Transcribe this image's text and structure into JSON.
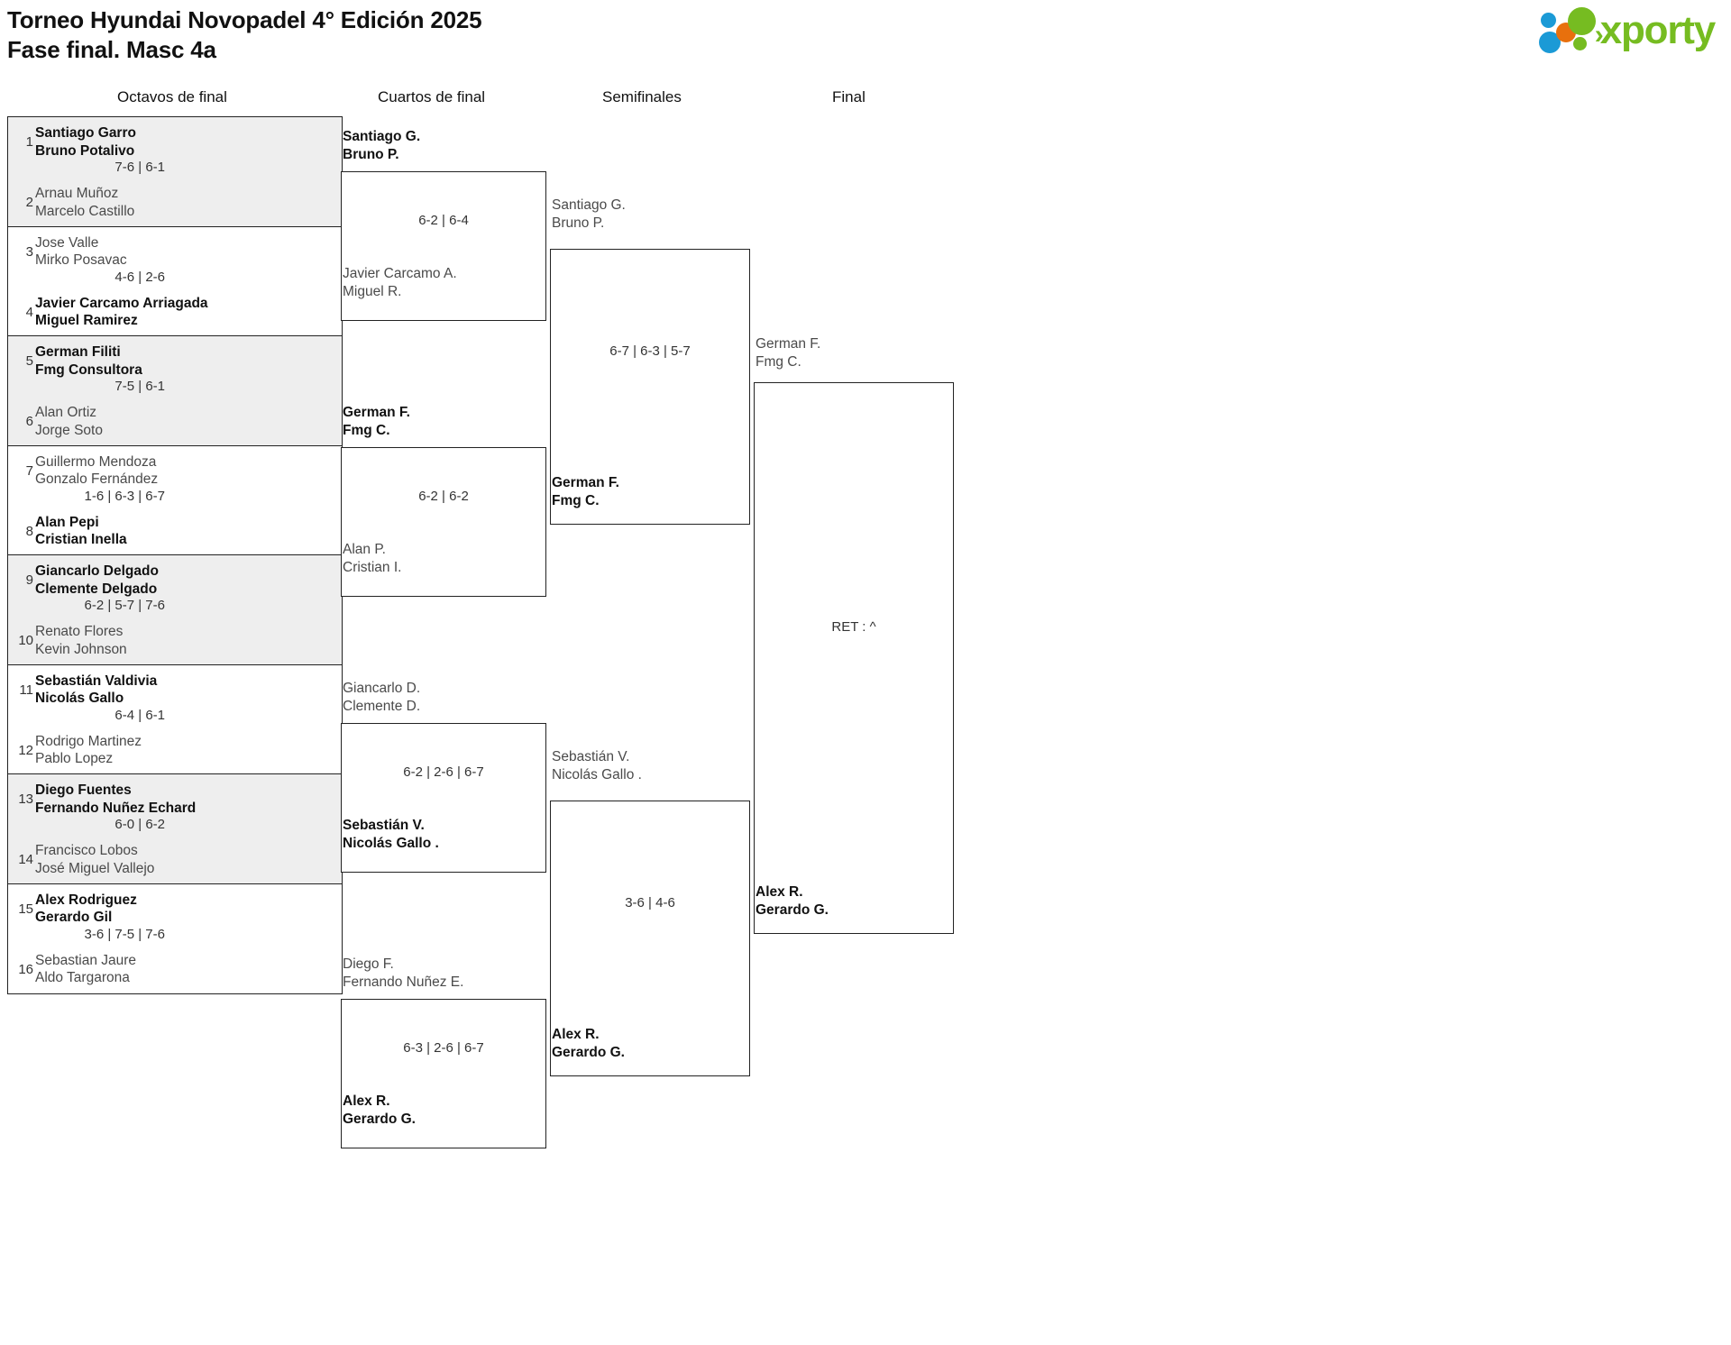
{
  "header": {
    "title_line1": "Torneo Hyundai Novopadel 4° Edición 2025",
    "title_line2": "Fase final. Masc 4a",
    "logo_text": "xporty",
    "logo_colors": {
      "green": "#76bc21",
      "blue": "#1b9ad6",
      "orange": "#e8700d"
    }
  },
  "rounds": [
    {
      "label": "Octavos de final"
    },
    {
      "label": "Cuartos de final"
    },
    {
      "label": "Semifinales"
    },
    {
      "label": "Final"
    }
  ],
  "round1": {
    "pairs": [
      {
        "seed_top": "1",
        "top_l1": "Santiago Garro",
        "top_l2": "Bruno Potalivo",
        "seed_bottom": "2",
        "bot_l1": "Arnau Muñoz",
        "bot_l2": "Marcelo Castillo",
        "score": "7-6 | 6-1",
        "winner": "top"
      },
      {
        "seed_top": "3",
        "top_l1": "Jose Valle",
        "top_l2": "Mirko Posavac",
        "seed_bottom": "4",
        "bot_l1": "Javier Carcamo Arriagada",
        "bot_l2": "Miguel Ramirez",
        "score": "4-6 | 2-6",
        "winner": "bottom"
      },
      {
        "seed_top": "5",
        "top_l1": "German Filiti",
        "top_l2": "Fmg Consultora",
        "seed_bottom": "6",
        "bot_l1": "Alan Ortiz",
        "bot_l2": "Jorge Soto",
        "score": "7-5 | 6-1",
        "winner": "top"
      },
      {
        "seed_top": "7",
        "top_l1": "Guillermo Mendoza",
        "top_l2": "Gonzalo Fernández",
        "seed_bottom": "8",
        "bot_l1": "Alan Pepi",
        "bot_l2": "Cristian Inella",
        "score": "1-6 | 6-3 | 6-7",
        "winner": "bottom"
      },
      {
        "seed_top": "9",
        "top_l1": "Giancarlo Delgado",
        "top_l2": "Clemente Delgado",
        "seed_bottom": "10",
        "bot_l1": "Renato Flores",
        "bot_l2": "Kevin Johnson",
        "score": "6-2 | 5-7 | 7-6",
        "winner": "top"
      },
      {
        "seed_top": "11",
        "top_l1": "Sebastián Valdivia",
        "top_l2": "Nicolás Gallo",
        "seed_bottom": "12",
        "bot_l1": "Rodrigo Martinez",
        "bot_l2": "Pablo Lopez",
        "score": "6-4 | 6-1",
        "winner": "top"
      },
      {
        "seed_top": "13",
        "top_l1": "Diego Fuentes",
        "top_l2": "Fernando Nuñez Echard",
        "seed_bottom": "14",
        "bot_l1": "Francisco Lobos",
        "bot_l2": "José Miguel Vallejo",
        "score": "6-0 | 6-2",
        "winner": "top"
      },
      {
        "seed_top": "15",
        "top_l1": "Alex Rodriguez",
        "top_l2": "Gerardo Gil",
        "seed_bottom": "16",
        "bot_l1": "Sebastian Jaure",
        "bot_l2": "Aldo Targarona",
        "score": "3-6 | 7-5 | 7-6",
        "winner": "top"
      }
    ]
  },
  "round2": {
    "matches": [
      {
        "top_l1": "Santiago G.",
        "top_l2": "Bruno P.",
        "bot_l1": "Javier Carcamo A.",
        "bot_l2": "Miguel R.",
        "score": "6-2 | 6-4",
        "winner": "top"
      },
      {
        "top_l1": "German F.",
        "top_l2": "Fmg C.",
        "bot_l1": "Alan P.",
        "bot_l2": "Cristian I.",
        "score": "6-2 | 6-2",
        "winner": "top"
      },
      {
        "top_l1": "Giancarlo D.",
        "top_l2": "Clemente D.",
        "bot_l1": "Sebastián V.",
        "bot_l2": "Nicolás Gallo .",
        "score": "6-2 | 2-6 | 6-7",
        "winner": "bottom"
      },
      {
        "top_l1": "Diego F.",
        "top_l2": "Fernando Nuñez E.",
        "bot_l1": "Alex R.",
        "bot_l2": "Gerardo G.",
        "score": "6-3 | 2-6 | 6-7",
        "winner": "bottom"
      }
    ]
  },
  "round3": {
    "matches": [
      {
        "top_l1": "Santiago G.",
        "top_l2": "Bruno P.",
        "bot_l1": "German F.",
        "bot_l2": "Fmg C.",
        "score": "6-7 | 6-3 | 5-7",
        "winner": "bottom"
      },
      {
        "top_l1": "Sebastián V.",
        "top_l2": "Nicolás Gallo .",
        "bot_l1": "Alex R.",
        "bot_l2": "Gerardo G.",
        "score": "3-6 | 4-6",
        "winner": "bottom"
      }
    ]
  },
  "round4": {
    "matches": [
      {
        "top_l1": "German F.",
        "top_l2": "Fmg C.",
        "bot_l1": "Alex R.",
        "bot_l2": "Gerardo G.",
        "score": "RET : ^",
        "winner": "none"
      }
    ]
  }
}
